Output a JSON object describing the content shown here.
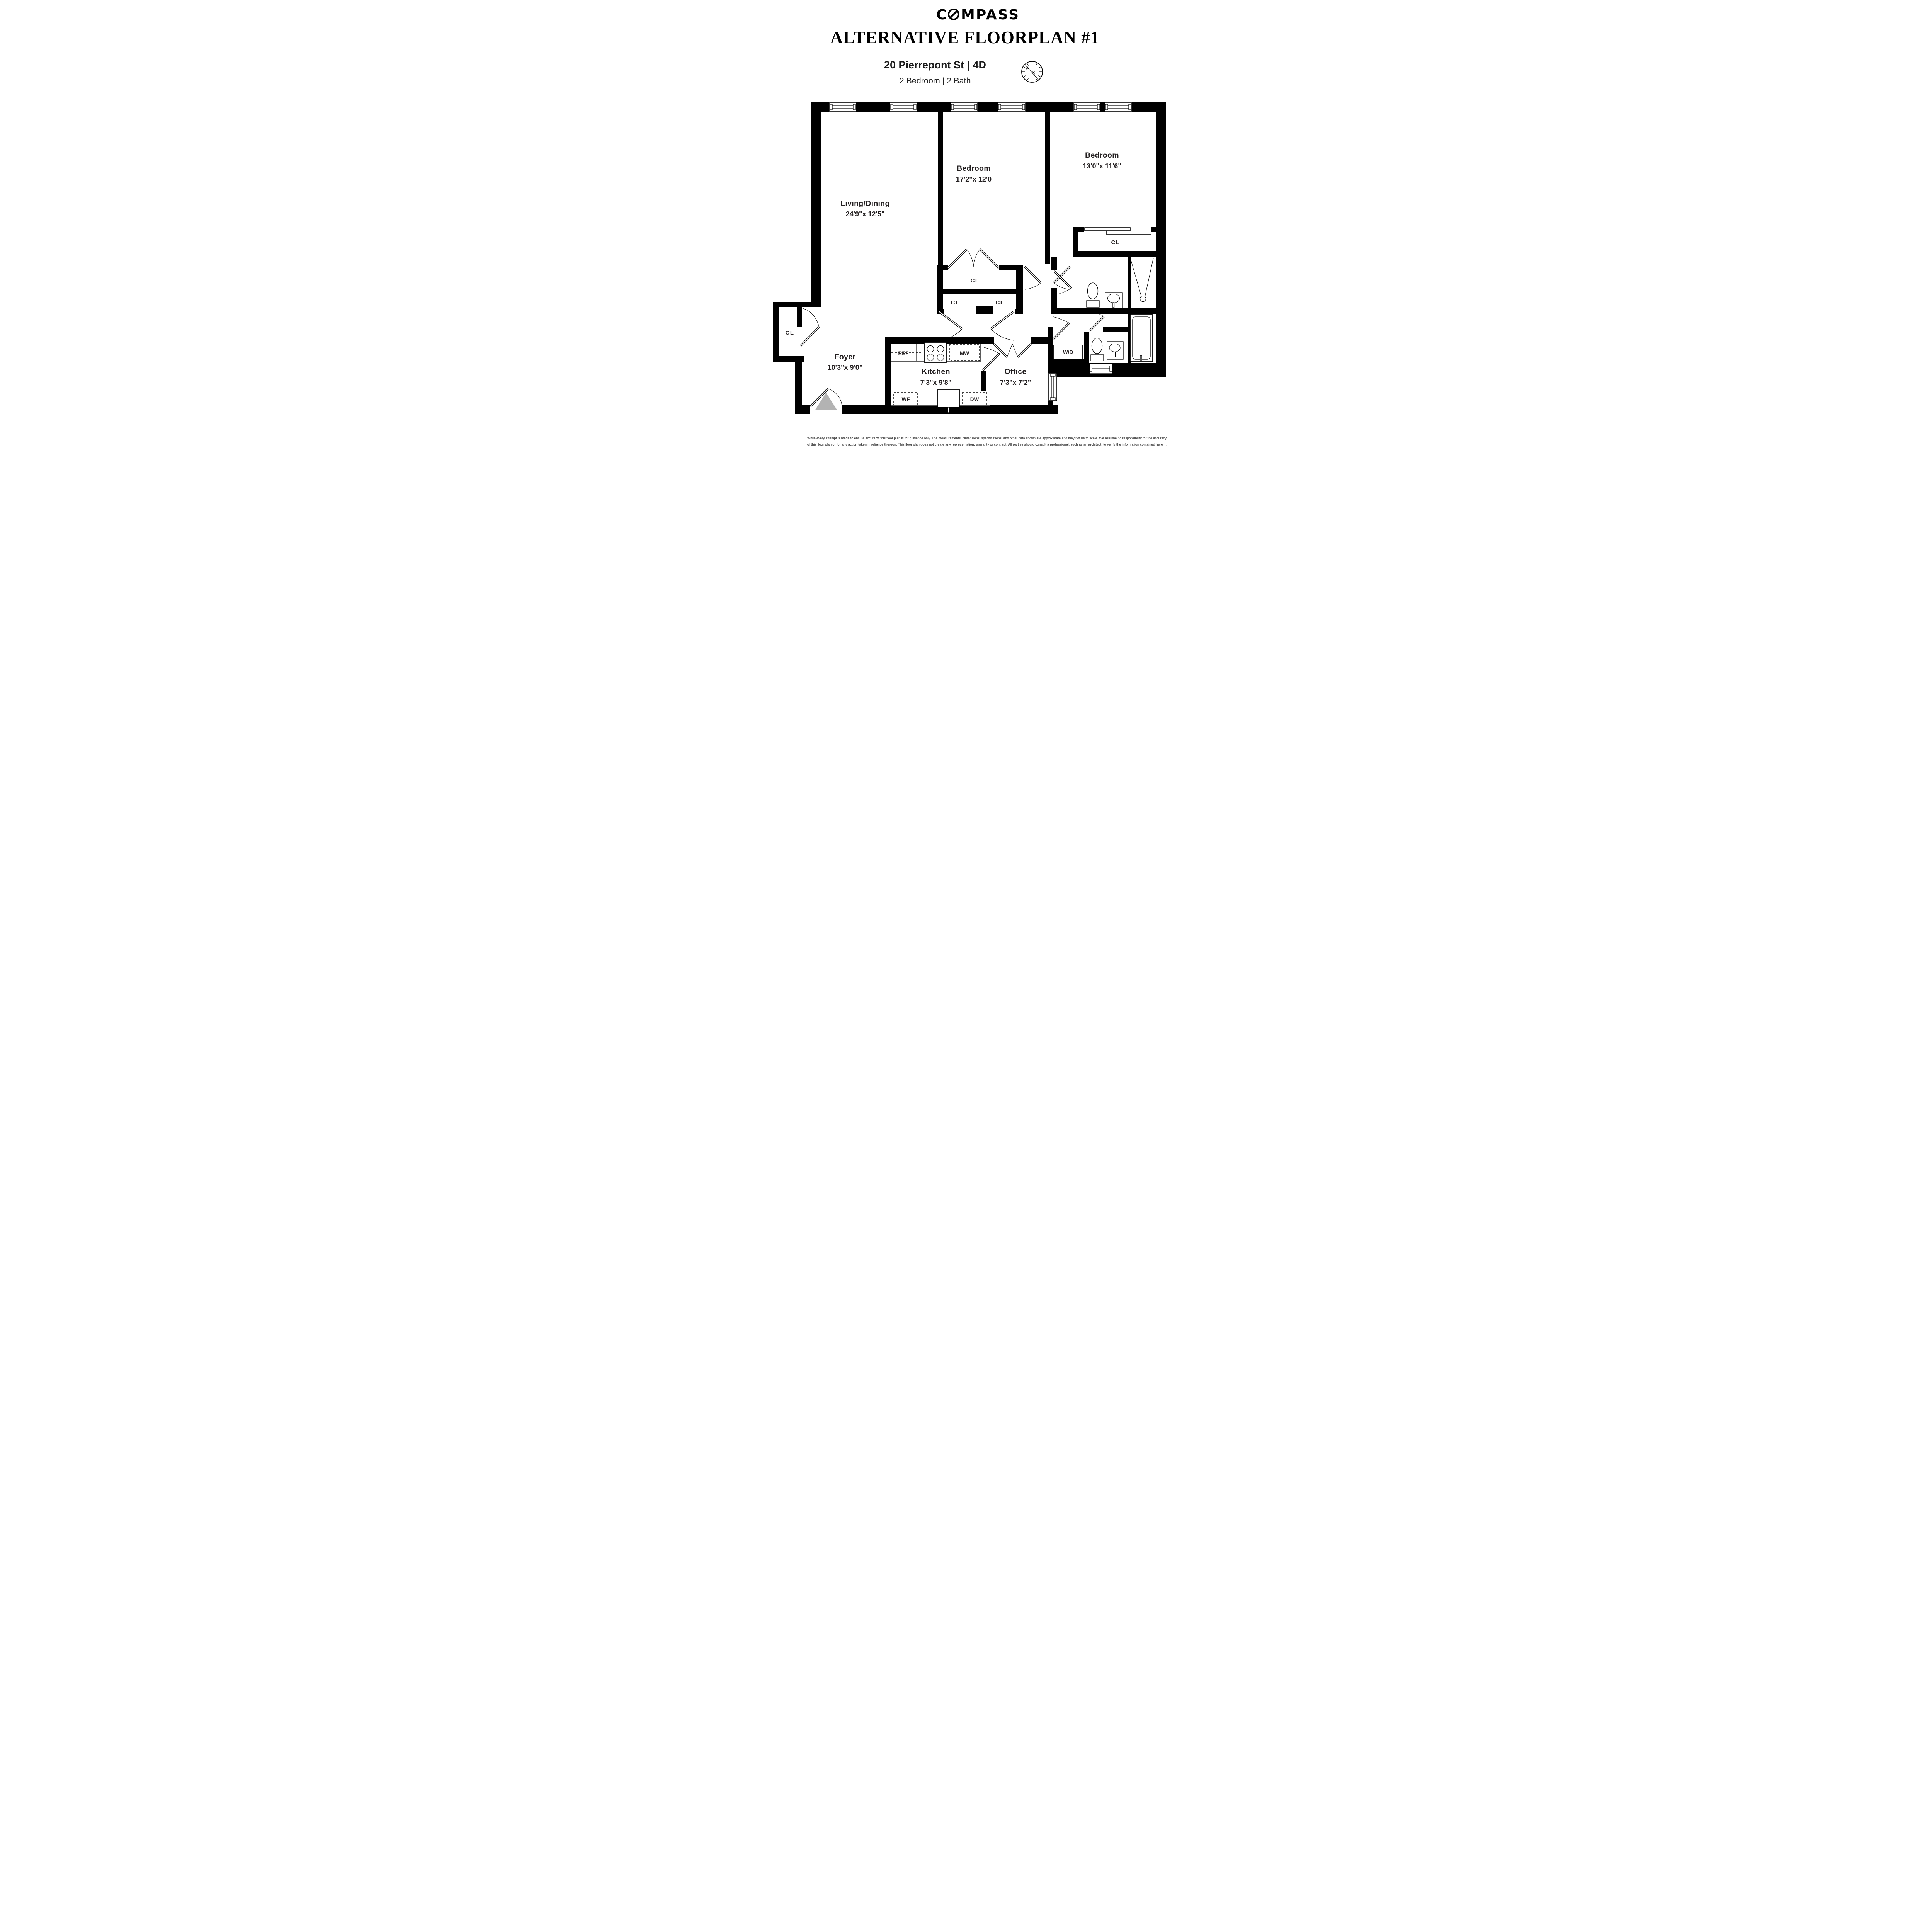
{
  "header": {
    "logo_c": "C",
    "logo_rest": "MPASS",
    "title": "ALTERNATIVE FLOORPLAN #1",
    "address": "20 Pierrepont St | 4D",
    "unit_summary": "2 Bedroom | 2 Bath",
    "compass_north": "N"
  },
  "rooms": {
    "living": {
      "name": "Living/Dining",
      "dims": "24'9\"x 12'5\""
    },
    "bedroom1": {
      "name": "Bedroom",
      "dims": "17'2\"x 12'0"
    },
    "bedroom2": {
      "name": "Bedroom",
      "dims": "13'0\"x 11'6\""
    },
    "foyer": {
      "name": "Foyer",
      "dims": "10'3\"x 9'0\""
    },
    "kitchen": {
      "name": "Kitchen",
      "dims": "7'3\"x 9'8\""
    },
    "office": {
      "name": "Office",
      "dims": "7'3\"x 7'2\""
    }
  },
  "closets": {
    "foyer_cl": "CL",
    "bedroom1_cl": "CL",
    "hall_cl_left": "CL",
    "hall_cl_right": "CL",
    "bedroom2_cl": "CL"
  },
  "appliances": {
    "ref": "REF",
    "mw": "MW",
    "wf": "WF",
    "dw": "DW",
    "wd": "W/D"
  },
  "disclaimer": {
    "line1": "While every attempt is made to ensure accuracy, this floor plan is for guidance only. The measurements, dimensions, specifications, and other data shown are approximate and may not be to scale. We assume no responsibility for the accuracy",
    "line2": "of this floor plan or for any action taken in reliance thereon. This floor plan does not create any representation, warranty or contract. All parties should consult a professional, such as an architect, to verify the information contained herein."
  },
  "colors": {
    "wall": "#000000",
    "label": "#231f20",
    "entry_arrow": "#b3b3b3"
  }
}
